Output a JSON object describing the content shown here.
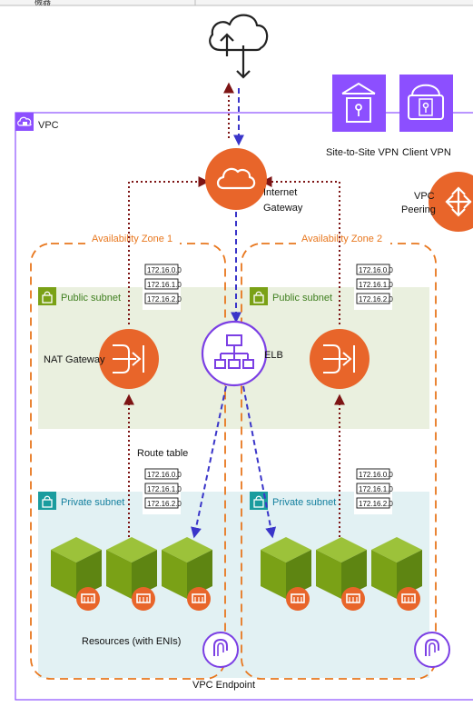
{
  "top_fragment": "機器",
  "vpc": {
    "label": "VPC"
  },
  "internet_gateway": {
    "label_line1": "Internet",
    "label_line2": "Gateway"
  },
  "site_to_site_vpn": {
    "label": "Site-to-Site VPN"
  },
  "client_vpn": {
    "label": "Client VPN"
  },
  "vpc_peering": {
    "label_line1": "VPC",
    "label_line2": "Peering"
  },
  "az1": {
    "label": "Availability Zone 1"
  },
  "az2": {
    "label": "Availability Zone 2"
  },
  "public_subnet": {
    "label": "Public subnet"
  },
  "private_subnet": {
    "label": "Private subnet"
  },
  "nat_gateway": {
    "label": "NAT Gateway"
  },
  "elb": {
    "label": "ELB"
  },
  "route_table": {
    "label": "Route table",
    "entries": [
      "172.16.0.0",
      "172.16.1.0",
      "172.16.2.0"
    ]
  },
  "resources": {
    "label": "Resources (with ENIs)"
  },
  "vpc_endpoint": {
    "label": "VPC Endpoint"
  },
  "colors": {
    "aws_orange": "#E8652A",
    "purple": "#7B3FE4",
    "public_fill": "#EAF0DF",
    "private_fill": "#E2F1F3",
    "az_border": "#E8771E",
    "ec2_green": "#7AA116",
    "arrow_red": "#7D1414",
    "arrow_blue": "#3A35C9"
  }
}
